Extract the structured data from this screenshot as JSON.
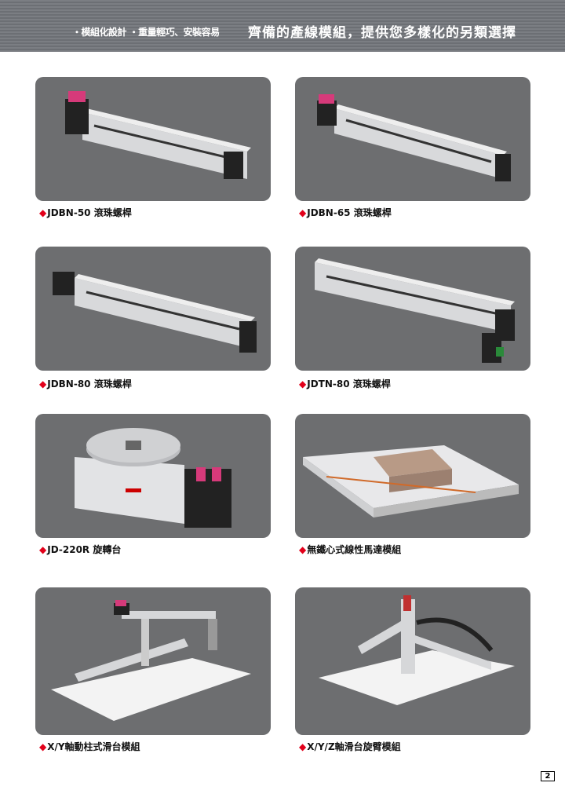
{
  "header": {
    "features": "・模組化設計 ・重量輕巧、安裝容易",
    "slogan": "齊備的產線模組，提供您多樣化的另類選擇"
  },
  "products": [
    {
      "name": "JDBN-50 滾珠螺桿"
    },
    {
      "name": "JDBN-65 滾珠螺桿"
    },
    {
      "name": "JDBN-80 滾珠螺桿"
    },
    {
      "name": "JDTN-80 滾珠螺桿"
    },
    {
      "name": "JD-220R 旋轉台"
    },
    {
      "name": "無鐵心式線性馬達模組"
    },
    {
      "name": "X/Y軸動柱式滑台模組"
    },
    {
      "name": "X/Y/Z軸滑台旋臂模組"
    }
  ],
  "bullet": "◆",
  "page_number": "2",
  "colors": {
    "accent": "#e2001a",
    "panel": "#6d6e70"
  }
}
